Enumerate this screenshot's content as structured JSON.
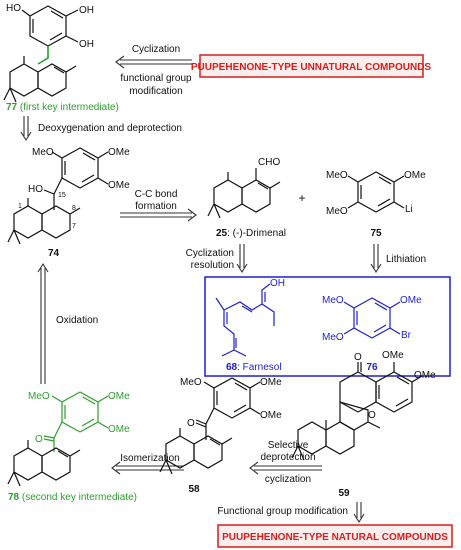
{
  "colors": {
    "ink": "#111111",
    "green": "#2e9e2e",
    "blue": "#1f1fd0",
    "red": "#d41f1f",
    "box_fill": "#fdeeee"
  },
  "boxes": {
    "unnatural": "PUUPEHENONE-TYPE UNNATURAL COMPOUNDS",
    "natural": "PUUPEHENONE-TYPE NATURAL COMPOUNDS"
  },
  "compound_77": {
    "number": "77",
    "caption": " (first key intermediate)",
    "ho_top": "HO",
    "oh_right": "OH",
    "oh_bottom": "OH"
  },
  "compound_74": {
    "number": "74",
    "meo": "MeO",
    "ome_right": "OMe",
    "ome_bottom": "OMe",
    "ho": "HO",
    "pos_15": "15",
    "pos_8": "8",
    "pos_7": "7",
    "pos_1": "1"
  },
  "compound_25": {
    "number": "25",
    "name": ": (-)-Drimenal",
    "cho": "CHO"
  },
  "plus": "+",
  "compound_75": {
    "number": "75",
    "meo_top": "MeO",
    "ome_top": "OMe",
    "meo_bottom": "MeO",
    "li": "Li"
  },
  "compound_68": {
    "number": "68",
    "name": ": Farnesol",
    "oh": "OH"
  },
  "compound_76": {
    "number": "76",
    "meo_top": "MeO",
    "ome_top": "OMe",
    "meo_bottom": "MeO",
    "br": "Br"
  },
  "compound_78": {
    "number": "78",
    "caption": " (second key intermediate)",
    "meo": "MeO",
    "ome_right": "OMe",
    "ome_bottom": "OMe",
    "o": "O"
  },
  "compound_58": {
    "number": "58",
    "meo": "MeO",
    "ome_right": "OMe",
    "ome_bottom": "OMe",
    "o": "O"
  },
  "compound_59": {
    "number": "59",
    "ome_top": "OMe",
    "ome_right": "OMe",
    "o_carbonyl": "O",
    "o_ring": "O"
  },
  "arrows": {
    "cyclization": "Cyclization",
    "fg_mod_line1": "functional group",
    "fg_mod_line2": "modification",
    "deoxygenation": "Deoxygenation and deprotection",
    "cc_line1": "C-C bond",
    "cc_line2": "formation",
    "cyclization_line1": "Cyclization",
    "cyclization_line2": "resolution",
    "lithiation": "Lithiation",
    "oxidation": "Oxidation",
    "isomerization": "Isomerization",
    "selective_line1": "Selective",
    "selective_line2": "deprotection",
    "selective_line3": "cyclization",
    "functional_group_mod": "Functional group modification"
  }
}
